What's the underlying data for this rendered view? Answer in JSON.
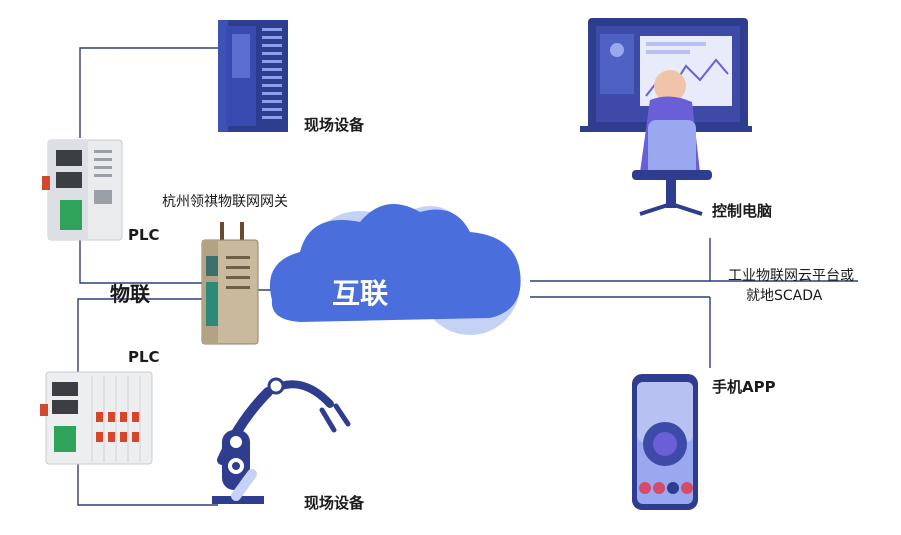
{
  "labels": {
    "field_device_top": "现场设备",
    "plc_top": "PLC",
    "gateway_name": "杭州领祺物联网网关",
    "wulian": "物联",
    "plc_bottom": "PLC",
    "field_device_bottom": "现场设备",
    "cloud": "互联",
    "control_pc": "控制电脑",
    "iot_platform_line1": "工业物联网云平台或",
    "iot_platform_line2": "就地SCADA",
    "mobile_app": "手机APP"
  },
  "colors": {
    "line": "#2e3f7a",
    "cloud": "#4a6fdc",
    "cloud_light": "#c5d2f6",
    "device_navy": "#2f3d8f",
    "accent_purple": "#6b5fd8"
  }
}
